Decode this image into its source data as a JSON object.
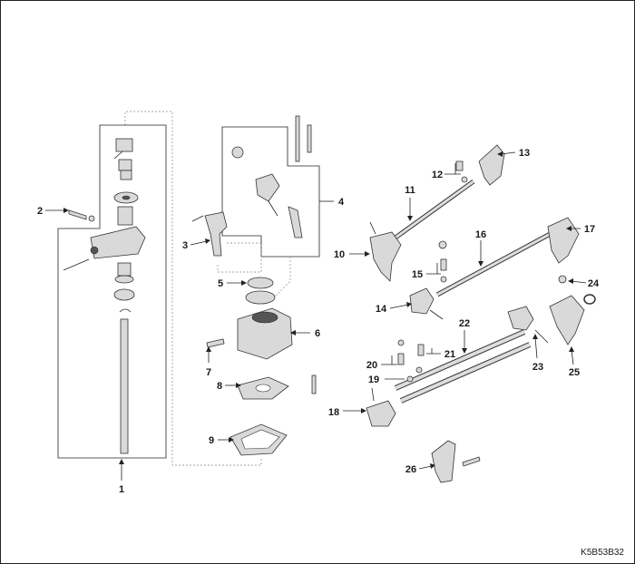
{
  "callouts": [
    {
      "num": "1"
    },
    {
      "num": "2"
    },
    {
      "num": "3"
    },
    {
      "num": "4"
    },
    {
      "num": "5"
    },
    {
      "num": "6"
    },
    {
      "num": "7"
    },
    {
      "num": "8"
    },
    {
      "num": "9"
    },
    {
      "num": "10"
    },
    {
      "num": "11"
    },
    {
      "num": "12"
    },
    {
      "num": "13"
    },
    {
      "num": "14"
    },
    {
      "num": "15"
    },
    {
      "num": "16"
    },
    {
      "num": "17"
    },
    {
      "num": "18"
    },
    {
      "num": "19"
    },
    {
      "num": "20"
    },
    {
      "num": "21"
    },
    {
      "num": "22"
    },
    {
      "num": "23"
    },
    {
      "num": "24"
    },
    {
      "num": "25"
    },
    {
      "num": "26"
    }
  ],
  "drawing_code": "K5B53B32"
}
